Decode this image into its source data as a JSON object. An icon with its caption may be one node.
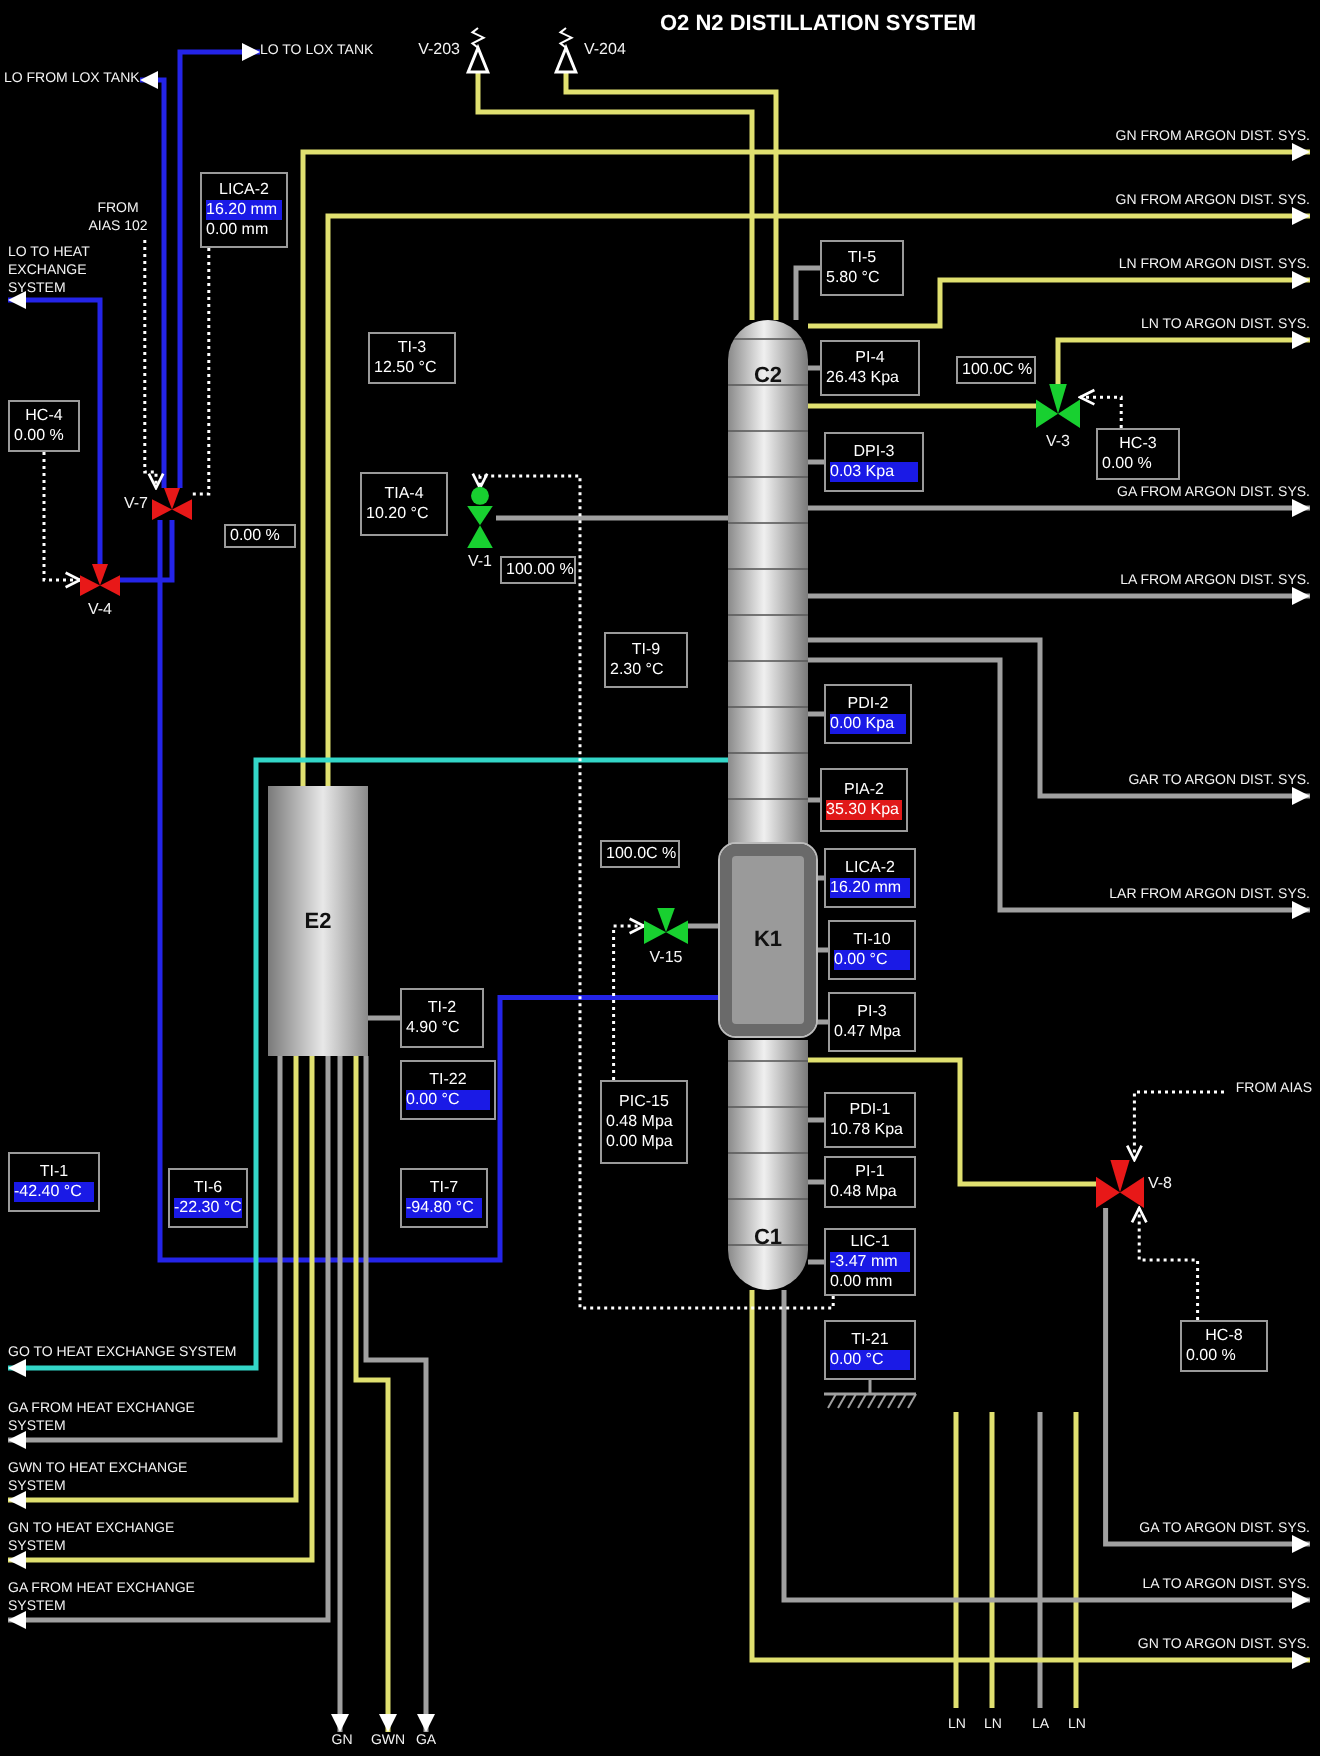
{
  "diagram": {
    "title": "O2 N2 DISTILLATION SYSTEM",
    "nodes": [
      {
        "text": [
          "LO FROM LOX TANK"
        ]
      },
      {
        "text": [
          "LO TO LOX TANK"
        ]
      },
      {
        "text": [
          "LO TO HEAT EXCHANGE SYSTEM"
        ]
      },
      {
        "text": [
          "FROM AIAS 102"
        ]
      },
      {
        "text": [
          "LICA-2",
          "16.20 mm",
          "0.00 mm"
        ]
      },
      {
        "text": [
          "HC-4",
          "0.00 %"
        ]
      },
      {
        "text": [],
        "shape": "valve",
        "beside": [
          "V-4"
        ]
      },
      {
        "text": [],
        "shape": "valve",
        "beside": [
          "V-7"
        ]
      },
      {
        "text": [
          "0.00 %"
        ]
      },
      {
        "text": [],
        "shape": "valve",
        "beside": [
          "V-203"
        ]
      },
      {
        "text": [],
        "shape": "valve",
        "beside": [
          "V-204"
        ]
      },
      {
        "text": [
          "TI-3",
          "12.50 °C"
        ]
      },
      {
        "text": [
          "TIA-4",
          "10.20 °C"
        ]
      },
      {
        "text": [],
        "shape": "valve",
        "beside": [
          "V-1"
        ]
      },
      {
        "text": [
          "100.00 %"
        ]
      },
      {
        "text": [
          "TI-5",
          "5.80 °C"
        ]
      },
      {
        "text": [
          "C2"
        ]
      },
      {
        "text": [
          "PI-4",
          "26.43 Kpa"
        ]
      },
      {
        "text": [
          "100.0C %"
        ]
      },
      {
        "text": [],
        "shape": "valve",
        "beside": [
          "V-3"
        ]
      },
      {
        "text": [
          "HC-3",
          "0.00 %"
        ]
      },
      {
        "text": [
          "DPI-3",
          "0.03 Kpa"
        ]
      },
      {
        "text": [
          "TI-9",
          "2.30 °C"
        ]
      },
      {
        "text": [
          "PDI-2",
          "0.00 Kpa"
        ]
      },
      {
        "text": [
          "PIA-2",
          "35.30 Kpa"
        ]
      },
      {
        "text": [
          "K1"
        ]
      },
      {
        "text": [
          "LICA-2",
          "16.20 mm"
        ]
      },
      {
        "text": [
          "TI-10",
          "0.00 °C"
        ]
      },
      {
        "text": [
          "PI-3",
          "0.47 Mpa"
        ]
      },
      {
        "text": [
          "100.0C %"
        ]
      },
      {
        "text": [],
        "shape": "valve",
        "beside": [
          "V-15"
        ]
      },
      {
        "text": [
          "PIC-15",
          "0.48 Mpa",
          "0.00 Mpa"
        ]
      },
      {
        "text": [
          "PDI-1",
          "10.78 Kpa"
        ]
      },
      {
        "text": [
          "PI-1",
          "0.48 Mpa"
        ]
      },
      {
        "text": [
          "C1"
        ]
      },
      {
        "text": [
          "LIC-1",
          "-3.47 mm",
          "0.00 mm"
        ]
      },
      {
        "text": [
          "TI-21",
          "0.00 °C"
        ]
      },
      {
        "text": [
          "E2"
        ]
      },
      {
        "text": [
          "TI-2",
          "4.90 °C"
        ]
      },
      {
        "text": [
          "TI-22",
          "0.00 °C"
        ]
      },
      {
        "text": [
          "TI-7",
          "-94.80 °C"
        ]
      },
      {
        "text": [
          "TI-1",
          "-42.40 °C"
        ]
      },
      {
        "text": [
          "TI-6",
          "-22.30 °C"
        ]
      },
      {
        "text": [],
        "shape": "valve",
        "beside": [
          "V-8"
        ]
      },
      {
        "text": [
          "FROM AIAS"
        ]
      },
      {
        "text": [
          "HC-8",
          "0.00 %"
        ]
      },
      {
        "text": [
          "GN FROM ARGON DIST. SYS."
        ]
      },
      {
        "text": [
          "GN FROM ARGON DIST. SYS."
        ]
      },
      {
        "text": [
          "LN FROM ARGON DIST. SYS."
        ]
      },
      {
        "text": [
          "LN TO ARGON DIST. SYS."
        ]
      },
      {
        "text": [
          "GA FROM ARGON DIST. SYS."
        ]
      },
      {
        "text": [
          "LA FROM ARGON DIST. SYS."
        ]
      },
      {
        "text": [
          "GAR TO ARGON DIST. SYS."
        ]
      },
      {
        "text": [
          "LAR FROM ARGON DIST. SYS."
        ]
      },
      {
        "text": [
          "GA TO ARGON DIST. SYS."
        ]
      },
      {
        "text": [
          "LA TO ARGON DIST. SYS."
        ]
      },
      {
        "text": [
          "GN TO ARGON DIST. SYS."
        ]
      },
      {
        "text": [
          "GA FROM HEAT EXCHANGE SYSTEM"
        ]
      },
      {
        "text": [
          "GWN TO HEAT EXCHANGE SYSTEM"
        ]
      },
      {
        "text": [
          "GN TO HEAT EXCHANGE SYSTEM"
        ]
      },
      {
        "text": [
          "GO TO HEAT EXCHANGE SYSTEM"
        ]
      },
      {
        "text": [
          "GA FROM HEAT EXCHANGE SYSTEM"
        ]
      },
      {
        "text": [
          "GN"
        ]
      },
      {
        "text": [
          "GWN"
        ]
      },
      {
        "text": [
          "GA"
        ]
      }
    ],
    "edges": [
      {
        "from": 7,
        "to": 1,
        "arrow": "to",
        "color": "#2424e8"
      },
      {
        "from": 7,
        "to": 0,
        "arrow": "to",
        "color": "#2424e8"
      },
      {
        "from": 6,
        "to": 2,
        "arrow": "to",
        "color": "#2424e8"
      },
      {
        "from": 25,
        "to": 7,
        "arrow": "none",
        "color": "#2424e8"
      },
      {
        "from": 7,
        "to": 6,
        "arrow": "none",
        "color": "#2424e8"
      },
      {
        "from": 37,
        "to": 46,
        "arrow": "to",
        "color": "#e0e070"
      },
      {
        "from": 37,
        "to": 47,
        "arrow": "to",
        "color": "#e0e070"
      },
      {
        "from": 16,
        "to": 48,
        "arrow": "to",
        "color": "#e0e070"
      },
      {
        "from": 19,
        "to": 49,
        "arrow": "to",
        "color": "#e0e070"
      },
      {
        "from": 16,
        "to": 19,
        "arrow": "none",
        "color": "#e0e070"
      },
      {
        "from": 16,
        "to": 50,
        "arrow": "to"
      },
      {
        "from": 16,
        "to": 51,
        "arrow": "to"
      },
      {
        "from": 16,
        "to": 52,
        "arrow": "to"
      },
      {
        "from": 16,
        "to": 53,
        "arrow": "to"
      },
      {
        "from": 43,
        "to": 54,
        "arrow": "to"
      },
      {
        "from": 34,
        "to": 55,
        "arrow": "to"
      },
      {
        "from": 34,
        "to": 56,
        "arrow": "to",
        "color": "#e0e070"
      },
      {
        "from": 34,
        "to": 43,
        "arrow": "none",
        "color": "#e0e070"
      },
      {
        "from": 37,
        "to": 57,
        "arrow": "to"
      },
      {
        "from": 37,
        "to": 58,
        "arrow": "to",
        "color": "#e0e070"
      },
      {
        "from": 37,
        "to": 59,
        "arrow": "to",
        "color": "#e0e070"
      },
      {
        "from": 16,
        "to": 60,
        "arrow": "to",
        "color": "#33d6c8"
      },
      {
        "from": 37,
        "to": 61,
        "arrow": "to"
      },
      {
        "from": 37,
        "to": 62,
        "arrow": "to"
      },
      {
        "from": 37,
        "to": 63,
        "arrow": "to",
        "color": "#e0e070"
      },
      {
        "from": 37,
        "to": 64,
        "arrow": "to"
      },
      {
        "from": 16,
        "to": 9,
        "arrow": "none",
        "color": "#e0e070"
      },
      {
        "from": 16,
        "to": 10,
        "arrow": "none",
        "color": "#e0e070"
      },
      {
        "from": 16,
        "to": 13,
        "arrow": "none"
      },
      {
        "from": 25,
        "to": 30,
        "arrow": "none"
      },
      {
        "from": 4,
        "to": 7,
        "arrow": "none",
        "style": "dashed",
        "color": "#ffffff"
      },
      {
        "from": 3,
        "to": 7,
        "arrow": "to",
        "style": "dashed",
        "color": "#ffffff"
      },
      {
        "from": 5,
        "to": 6,
        "arrow": "to",
        "style": "dashed",
        "color": "#ffffff"
      },
      {
        "from": 35,
        "to": 13,
        "arrow": "to",
        "style": "dashed",
        "color": "#ffffff"
      },
      {
        "from": 31,
        "to": 30,
        "arrow": "to",
        "style": "dashed",
        "color": "#ffffff"
      },
      {
        "from": 20,
        "to": 19,
        "arrow": "to",
        "style": "dashed",
        "color": "#ffffff"
      },
      {
        "from": 45,
        "to": 43,
        "arrow": "to",
        "style": "dashed",
        "color": "#ffffff"
      },
      {
        "from": 44,
        "to": 43,
        "arrow": "to",
        "style": "dashed",
        "color": "#ffffff"
      },
      {
        "from": 15,
        "to": 16,
        "arrow": "none"
      },
      {
        "from": 17,
        "to": 16,
        "arrow": "none"
      },
      {
        "from": 21,
        "to": 16,
        "arrow": "none"
      },
      {
        "from": 23,
        "to": 16,
        "arrow": "none"
      },
      {
        "from": 24,
        "to": 16,
        "arrow": "none"
      },
      {
        "from": 26,
        "to": 25,
        "arrow": "none"
      },
      {
        "from": 27,
        "to": 25,
        "arrow": "none"
      },
      {
        "from": 28,
        "to": 25,
        "arrow": "none"
      },
      {
        "from": 32,
        "to": 34,
        "arrow": "none"
      },
      {
        "from": 33,
        "to": 34,
        "arrow": "none"
      },
      {
        "from": 35,
        "to": 34,
        "arrow": "none"
      },
      {
        "from": 38,
        "to": 37,
        "arrow": "none"
      }
    ],
    "labels": [
      "LN",
      "LN",
      "LA",
      "LN"
    ]
  }
}
